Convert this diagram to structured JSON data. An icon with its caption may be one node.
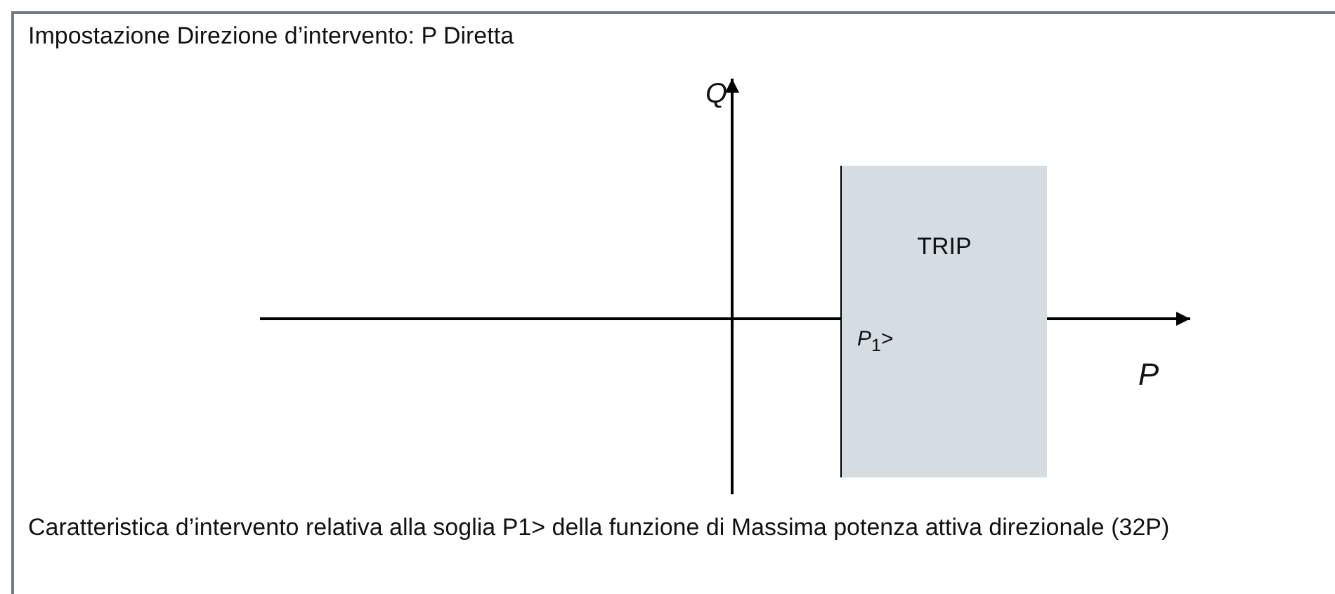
{
  "diagram": {
    "title": "Impostazione Direzione d’intervento: P Diretta",
    "caption": "Caratteristica d’intervento relativa alla soglia P1> della funzione di Massima potenza attiva direzionale (32P)",
    "nodes": [
      {
        "text": [
          "TRIP"
        ]
      }
    ],
    "labels": [
      "Q",
      "*P*$_{1}$>",
      "P"
    ]
  }
}
